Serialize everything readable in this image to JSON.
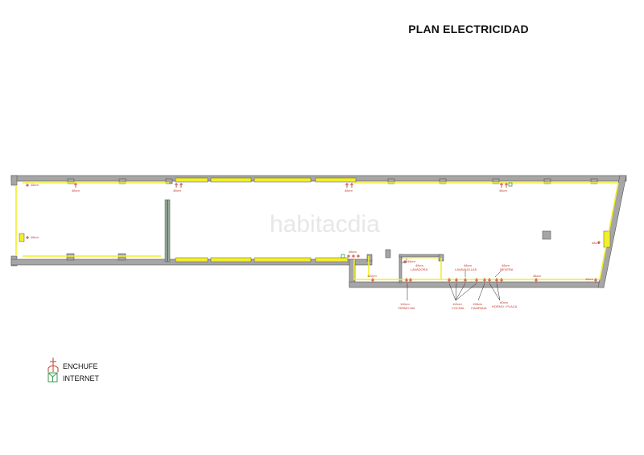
{
  "title": "PLAN ELECTRICIDAD",
  "watermark": "habitacdia",
  "colors": {
    "wall": "#a6a6a6",
    "wall_stroke": "#555555",
    "window": "#f2ee2a",
    "outlet": "#c0392b",
    "internet": "#3a9a4a"
  },
  "labels": {
    "h48_1": "48cm",
    "h48_2": "48cm",
    "h48_3": "48cm",
    "h48_4": "48cm",
    "h48_5": "48cm",
    "h48_left1": "48cm",
    "h48_left2": "48cm",
    "h48_right1": "48cm",
    "h48_center": "48cm",
    "h48_lav": "48cm",
    "h48_lava": "48cm",
    "h48_nevera": "48cm",
    "h48_pb1": "48cm",
    "h48_pb2": "48cm",
    "lavadora": "LAVADORA",
    "lavavajillas": "LAVAVAJILLAS",
    "nevera": "NEVERA",
    "h110_a": "110cm",
    "h110_b": "110cm",
    "termo": "TERMO 80L",
    "h110_c": "110cm",
    "cocina": "COCINA",
    "h198": "198cm",
    "campana": "CAMPANA",
    "h60": "60cm",
    "horno": "HORNO / PLACA"
  },
  "legend": [
    {
      "icon": "outlet-icon",
      "label": "ENCHUFE"
    },
    {
      "icon": "internet-icon",
      "label": "INTERNET"
    }
  ]
}
